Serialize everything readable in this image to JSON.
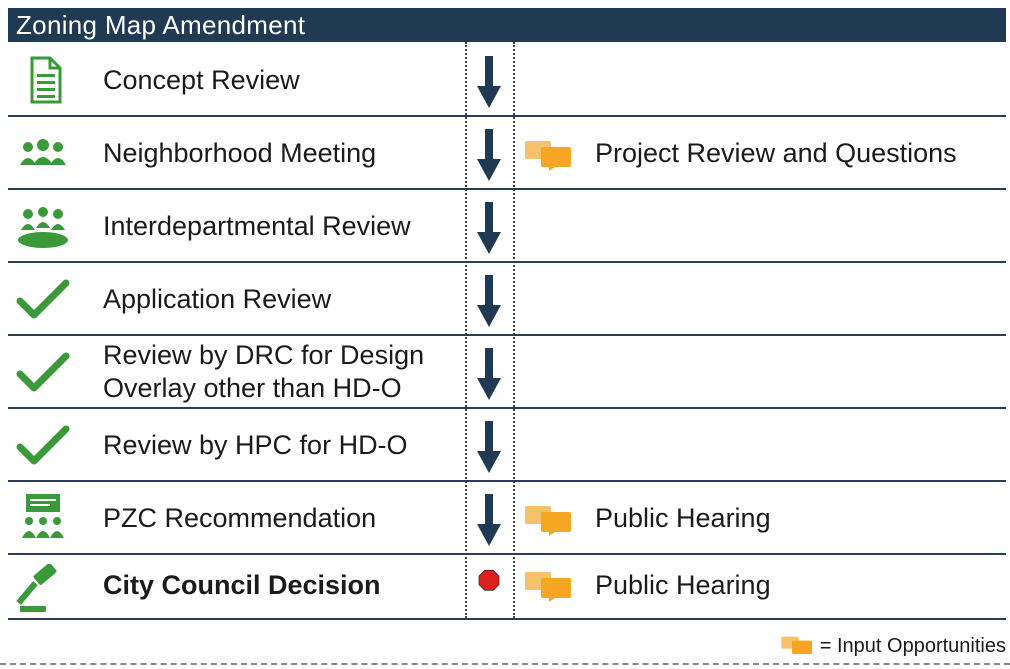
{
  "title": "Zoning Map Amendment",
  "colors": {
    "header_bg": "#1f3a52",
    "icon_green": "#3a9a3a",
    "arrow_navy": "#1f3a52",
    "bubble_orange": "#f5a623",
    "stop_red": "#e02020"
  },
  "steps": [
    {
      "label": "Concept Review",
      "icon": "document-icon",
      "marker": "down-arrow",
      "input": ""
    },
    {
      "label": "Neighborhood Meeting",
      "icon": "group-icon",
      "marker": "down-arrow",
      "input": "Project Review and Questions"
    },
    {
      "label": "Interdepartmental Review",
      "icon": "meeting-table-icon",
      "marker": "down-arrow",
      "input": ""
    },
    {
      "label": "Application Review",
      "icon": "checkmark-icon",
      "marker": "down-arrow",
      "input": ""
    },
    {
      "label": "Review by DRC for Design Overlay other than HD-O",
      "icon": "checkmark-icon",
      "marker": "down-arrow",
      "input": ""
    },
    {
      "label": "Review by HPC for HD-O",
      "icon": "checkmark-icon",
      "marker": "down-arrow",
      "input": ""
    },
    {
      "label": "PZC Recommendation",
      "icon": "presentation-group-icon",
      "marker": "down-arrow",
      "input": "Public Hearing"
    },
    {
      "label": "City Council Decision",
      "icon": "gavel-icon",
      "marker": "stop-octagon",
      "input": "Public Hearing"
    }
  ],
  "legend": {
    "text": "= Input Opportunities",
    "icon": "speech-bubbles-icon"
  }
}
